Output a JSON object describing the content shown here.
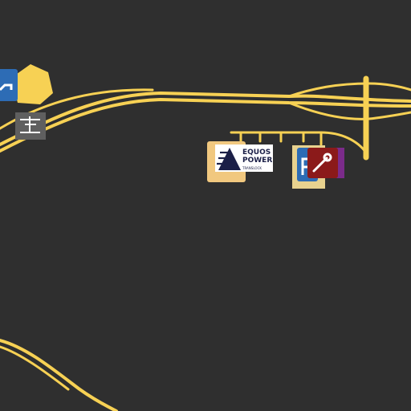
{
  "map": {
    "background": "#2f2f2f",
    "road_color": "#f7d154",
    "road_casing": "#c9a43a",
    "area_color": "#f1c87f"
  },
  "markers": [
    {
      "id": "parking-1",
      "icon": "parking-icon",
      "color": "#2d6cb5"
    },
    {
      "id": "toll-gate",
      "icon": "toll-gate-icon",
      "color": "#5f5f5f"
    },
    {
      "id": "equos-power",
      "icon": "equos-power-logo",
      "logo_text": [
        "EQUOS",
        "POWER"
      ],
      "tagline": "TRANSLOCK"
    },
    {
      "id": "parking-2",
      "icon": "parking-icon",
      "color": "#2d6cb5"
    },
    {
      "id": "service",
      "icon": "wrench-icon",
      "color": "#8b1a1a"
    }
  ]
}
